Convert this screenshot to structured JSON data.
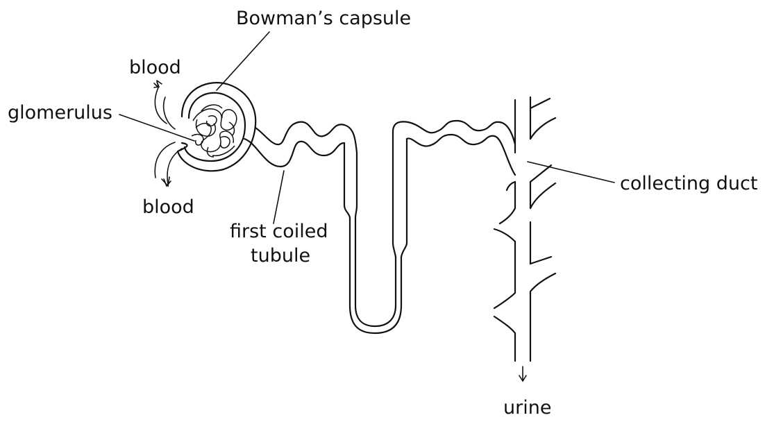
{
  "labels": {
    "bowmans_capsule": "Bowman’s capsule",
    "blood_top": "blood",
    "glomerulus": "glomerulus",
    "blood_bottom": "blood",
    "first_coiled_tubule_line1": "first coiled",
    "first_coiled_tubule_line2": "tubule",
    "collecting_duct": "collecting duct",
    "urine": "urine"
  },
  "colors": {
    "ink": "#111111",
    "background": "#ffffff"
  }
}
